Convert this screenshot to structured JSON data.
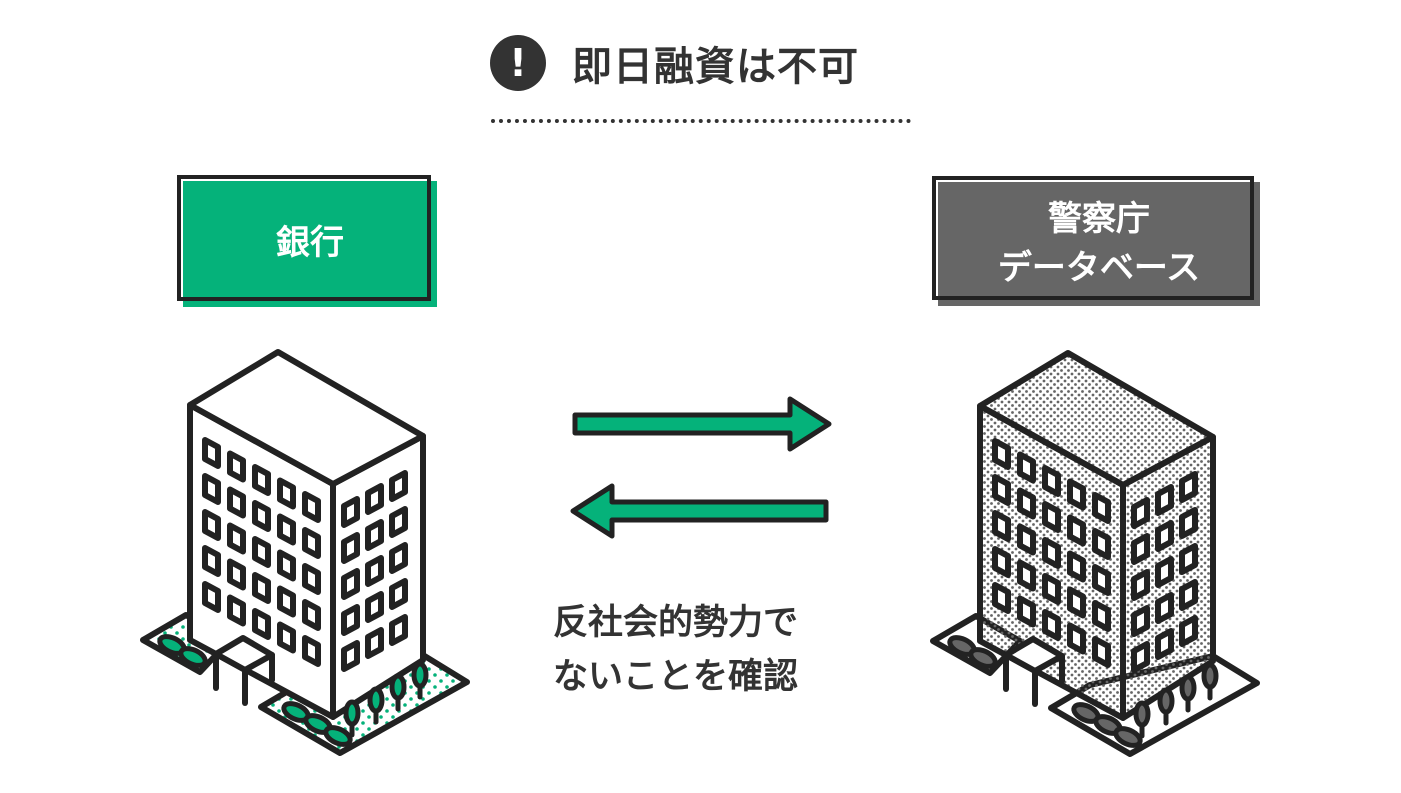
{
  "header": {
    "icon": "exclamation-circle-icon",
    "icon_glyph": "!",
    "title": "即日融資は不可"
  },
  "bank": {
    "label": "銀行",
    "fill_color": "#05b27a"
  },
  "police": {
    "label_line1": "警察庁",
    "label_line2": "データベース",
    "fill_color": "#666666"
  },
  "arrows": {
    "color": "#05b27a",
    "directions": [
      "right",
      "left"
    ]
  },
  "caption": {
    "line1": "反社会的勢力で",
    "line2": "ないことを確認"
  }
}
